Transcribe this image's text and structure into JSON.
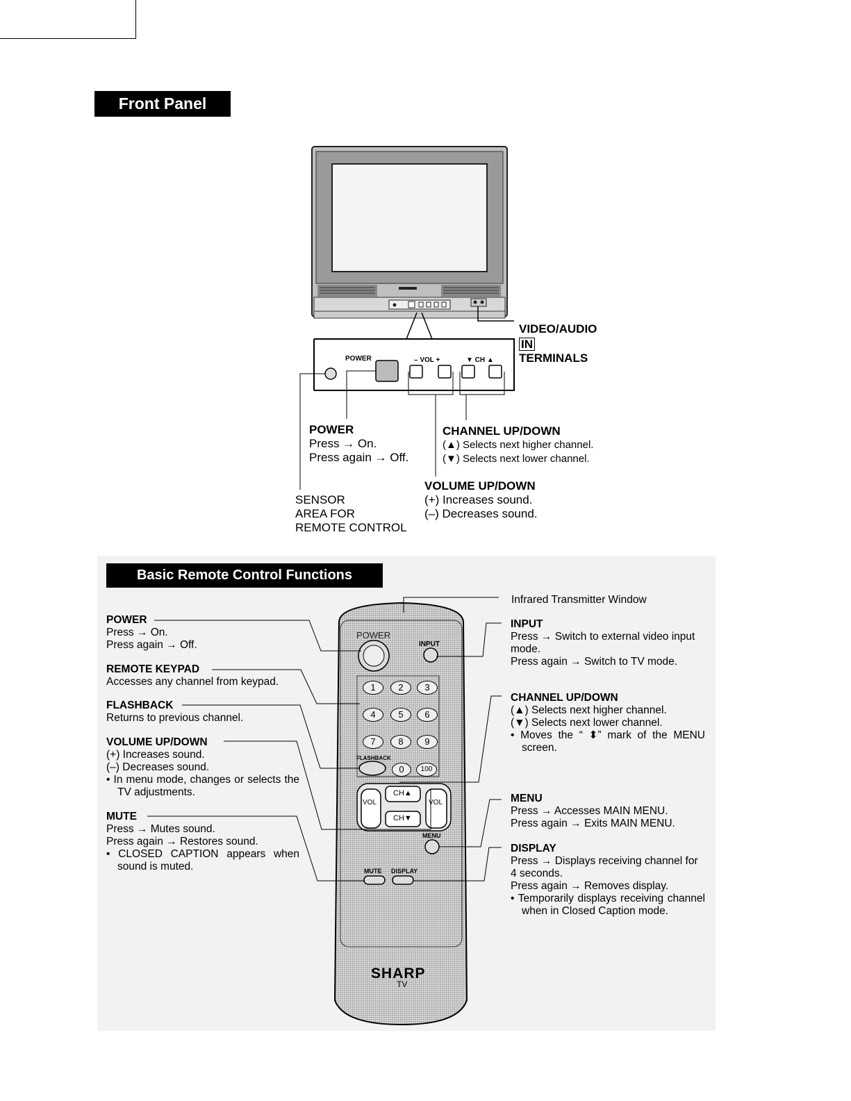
{
  "front_panel": {
    "title": "Front Panel",
    "panel_labels": {
      "power": "POWER",
      "vol": "– VOL +",
      "ch": "▼ CH ▲"
    },
    "video_audio": {
      "line1": "VIDEO/AUDIO",
      "in_badge": "IN",
      "line3": "TERMINALS"
    },
    "power": {
      "heading": "POWER",
      "line1": "Press → On.",
      "line2": "Press again → Off."
    },
    "channel": {
      "heading": "CHANNEL UP/DOWN",
      "line1": "(▲) Selects next higher channel.",
      "line2": "(▼) Selects next lower channel."
    },
    "volume": {
      "heading": "VOLUME UP/DOWN",
      "line1": "(+) Increases sound.",
      "line2": "(–) Decreases sound."
    },
    "sensor": {
      "line1": "SENSOR",
      "line2": "AREA FOR",
      "line3": "REMOTE CONTROL"
    }
  },
  "remote": {
    "title": "Basic Remote Control Functions",
    "brand": "SHARP",
    "brand_sub": "TV",
    "button_labels": {
      "power": "POWER",
      "input": "INPUT",
      "flashback": "FLASHBACK",
      "ch_up": "CH▲",
      "ch_down": "CH▼",
      "vol_left": "VOL",
      "vol_right": "VOL",
      "menu": "MENU",
      "mute": "MUTE",
      "display": "DISPLAY"
    },
    "keypad": [
      "1",
      "2",
      "3",
      "4",
      "5",
      "6",
      "7",
      "8",
      "9",
      "0",
      "100"
    ],
    "left": {
      "power": {
        "heading": "POWER",
        "line1": "Press → On.",
        "line2": "Press again → Off."
      },
      "keypad": {
        "heading": "REMOTE KEYPAD",
        "line1": "Accesses any channel from keypad."
      },
      "flashback": {
        "heading": "FLASHBACK",
        "line1": "Returns to previous channel."
      },
      "volume": {
        "heading": "VOLUME UP/DOWN",
        "line1": "(+) Increases sound.",
        "line2": "(–) Decreases sound.",
        "bullet": "• In menu mode, changes or selects the TV adjustments."
      },
      "mute": {
        "heading": "MUTE",
        "line1": "Press → Mutes sound.",
        "line2": "Press again → Restores sound.",
        "bullet": "• CLOSED CAPTION appears when sound is muted."
      }
    },
    "right": {
      "infrared": "Infrared Transmitter Window",
      "input": {
        "heading": "INPUT",
        "line1": "Press → Switch to external video input mode.",
        "line2": "Press again → Switch to TV mode."
      },
      "channel": {
        "heading": "CHANNEL UP/DOWN",
        "line1": "(▲) Selects next higher channel.",
        "line2": "(▼) Selects next lower channel.",
        "bullet": "• Moves the “ ⬍” mark of the MENU screen."
      },
      "menu": {
        "heading": "MENU",
        "line1": "Press → Accesses MAIN MENU.",
        "line2": "Press again → Exits MAIN MENU."
      },
      "display": {
        "heading": "DISPLAY",
        "line1": "Press → Displays receiving channel for 4 seconds.",
        "line2": "Press again → Removes display.",
        "bullet": "• Temporarily displays receiving channel when in Closed Caption mode."
      }
    }
  }
}
